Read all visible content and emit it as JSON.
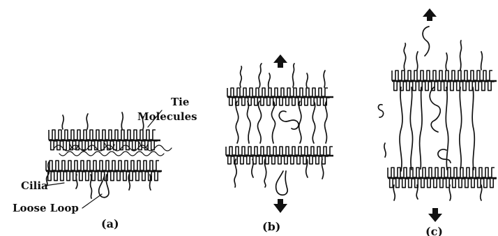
{
  "labels": {
    "tie_molecules_1": "Tie",
    "tie_molecules_2": "Molecules",
    "cilia": "Cilia",
    "loose_loop": "Loose Loop"
  },
  "panels": [
    {
      "caption": "(a)"
    },
    {
      "caption": "(b)"
    },
    {
      "caption": "(c)"
    }
  ],
  "icons": {
    "arrow_up": "arrow-up-icon",
    "arrow_down": "arrow-down-icon"
  }
}
